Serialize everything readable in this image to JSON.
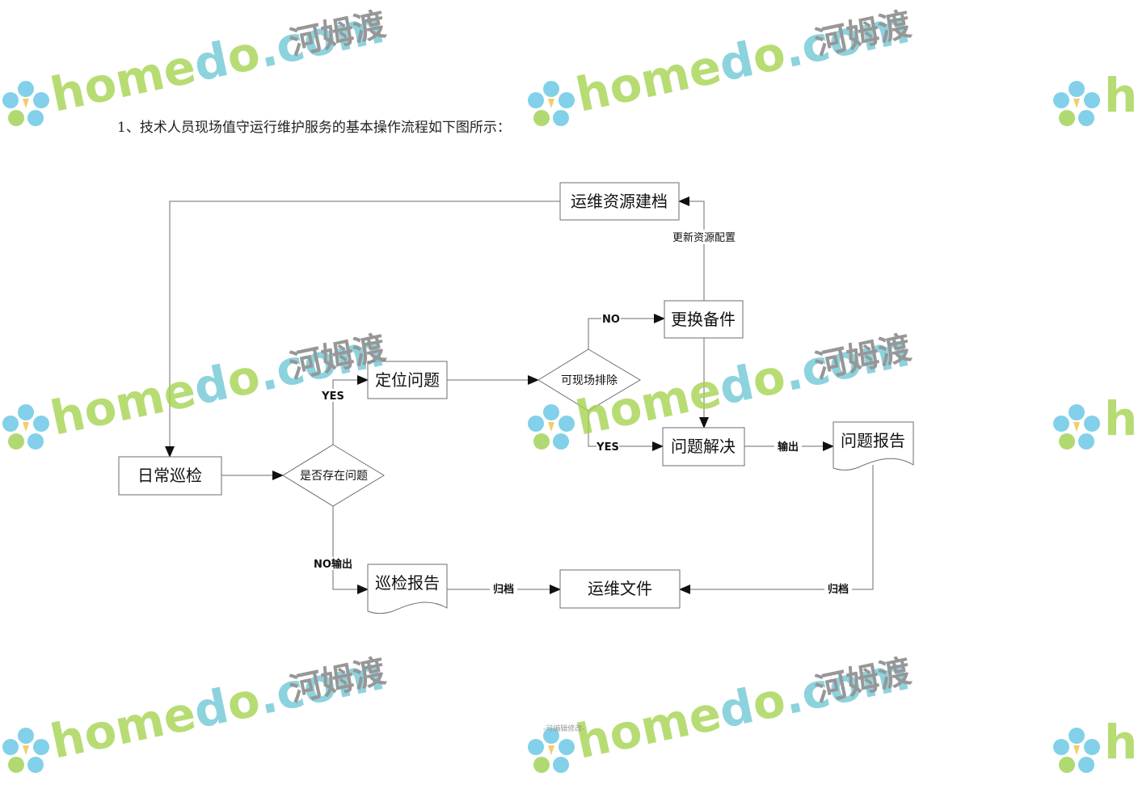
{
  "intro": "1、技术人员现场值守运行维护服务的基本操作流程如下图所示：",
  "footer": "-可编辑修改-",
  "watermark": {
    "brand_left": "home",
    "brand_d": "d",
    "brand_o": "o",
    "brand_dot": ".",
    "brand_com": "com",
    "brand_han": "河姆渡",
    "brand_clip": "h",
    "colors": {
      "green": "#a3d34e",
      "teal": "#6dc7d5",
      "gray": "#7a7a7a",
      "flower_blue": "#5fc4e4",
      "flower_green": "#9ad04a"
    }
  },
  "nodes": {
    "archive": "运维资源建档",
    "replace": "更换备件",
    "locate": "定位问题",
    "onsite": "可现场排除",
    "resolve": "问题解决",
    "report": "问题报告",
    "patrol": "日常巡检",
    "exists": "是否存在问题",
    "patrol_report": "巡检报告",
    "ops_file": "运维文件"
  },
  "edges": {
    "update_config": "更新资源配置",
    "no": "NO",
    "yes_locate": "YES",
    "yes_resolve": "YES",
    "output": "输出",
    "no_output": "NO输出",
    "archive_left": "归档",
    "archive_right": "归档"
  },
  "colors": {
    "line": "#6e6e6e",
    "arrow": "#111111"
  }
}
